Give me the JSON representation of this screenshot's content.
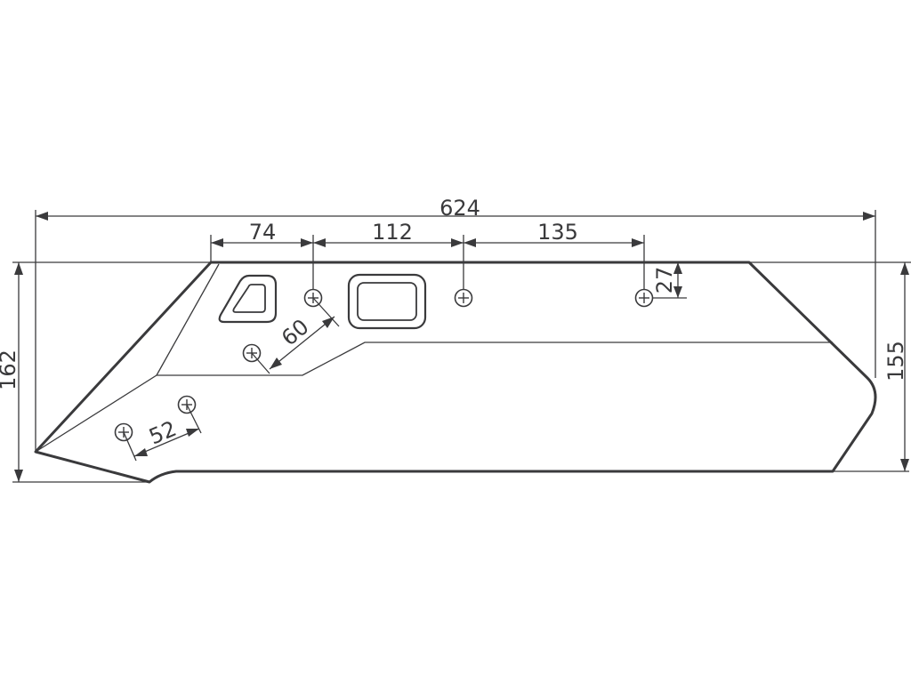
{
  "drawing": {
    "dimensions": {
      "overall_length": "624",
      "hole_spacing_1": "74",
      "hole_spacing_2": "112",
      "hole_spacing_3": "135",
      "hole_offset_top": "27",
      "diagonal_spacing_upper": "60",
      "diagonal_spacing_lower": "52",
      "overall_height_left": "162",
      "overall_height_right": "155"
    }
  }
}
